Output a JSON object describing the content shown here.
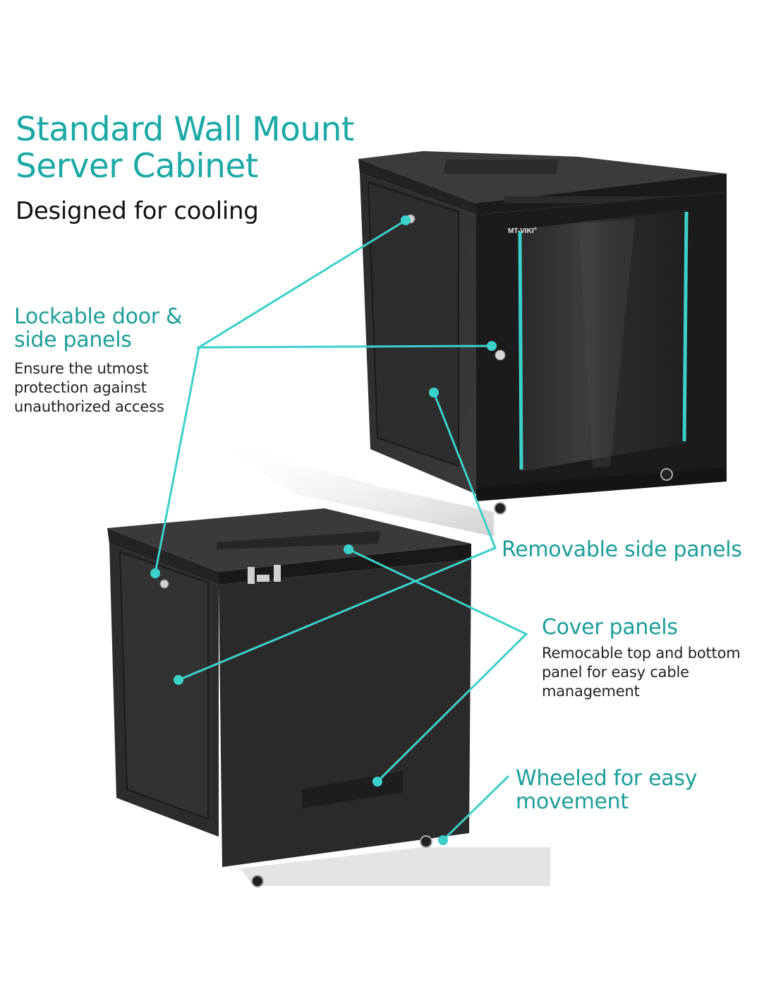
{
  "header": {
    "title_line1": "Standard Wall Mount",
    "title_line2": "Server Cabinet",
    "subtitle": "Designed for cooling"
  },
  "features": [
    {
      "title_line1": "Lockable door &",
      "title_line2": "side panels",
      "desc_line1": "Ensure the utmost",
      "desc_line2": "protection against",
      "desc_line3": "unauthorized access"
    },
    {
      "title_line1": "Removable side panels"
    },
    {
      "title_line1": "Cover panels",
      "desc_line1": "Remocable top and bottom",
      "desc_line2": "panel for easy cable",
      "desc_line3": "management"
    },
    {
      "title_line1": "Wheeled for easy",
      "title_line2": "movement"
    }
  ],
  "product": {
    "brand_logo": "MT-VIKI",
    "registered_mark": "®"
  },
  "colors": {
    "accent": "#1aa9a6",
    "callout_line": "#3cd0cb",
    "cabinet_dark": "#1c1c1c",
    "text_dark": "#111111"
  }
}
